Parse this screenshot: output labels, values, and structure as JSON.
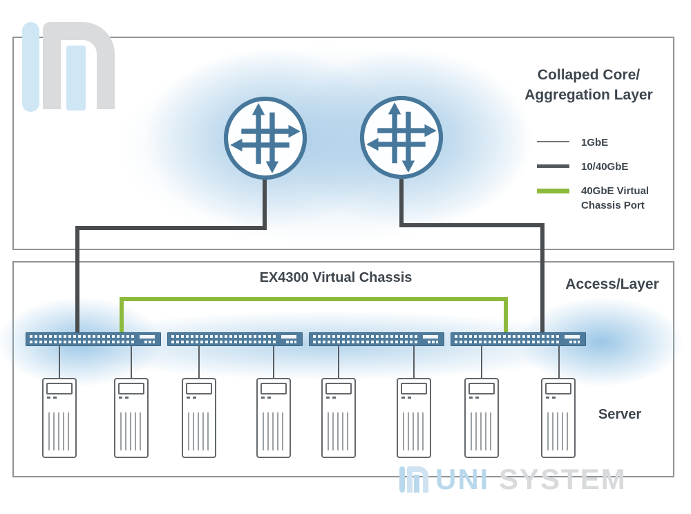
{
  "top_panel": {
    "heading": {
      "line1": "Collaped Core/",
      "line2": "Aggregation Layer"
    },
    "legend": {
      "items": [
        {
          "label": "1GbE",
          "style": "thin-gray"
        },
        {
          "label": "10/40GbE",
          "style": "thick-dark"
        },
        {
          "label": "40GbE Virtual",
          "label2": "Chassis Port",
          "style": "thick-green"
        }
      ]
    },
    "router_count": 2
  },
  "bottom_panel": {
    "title": "EX4300 Virtual Chassis",
    "layer_label": "Access/Layer",
    "server_label": "Server",
    "switch_count": 4,
    "server_count": 8
  },
  "watermark": {
    "word1": "UNI",
    "word2": "SYSTEM"
  },
  "colors": {
    "panel_border": "#8f9497",
    "device_blue": "#47789b",
    "switch_body": "#4f7c9d",
    "link_dark": "#4a4d4f",
    "link_thin": "#6f7478",
    "link_green": "#8cba3c",
    "glow_blue": "#aed2e9",
    "text_dark": "#3e464e",
    "watermark_blue": "#b9d8ec",
    "watermark_gray": "#d8dadc"
  }
}
